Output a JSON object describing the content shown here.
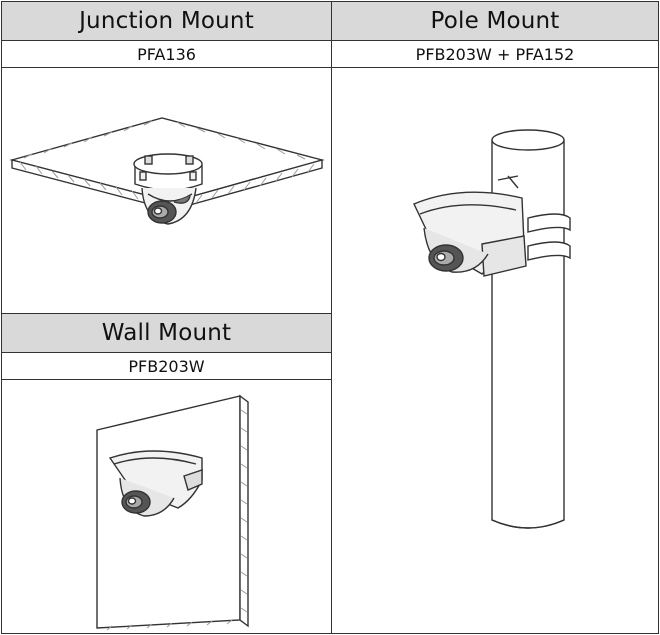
{
  "columns": {
    "junction": {
      "title": "Junction Mount",
      "model": "PFA136"
    },
    "pole": {
      "title": "Pole Mount",
      "model": "PFB203W + PFA152"
    },
    "wall": {
      "title": "Wall Mount",
      "model": "PFB203W"
    }
  },
  "icons": [
    "ceiling-junction-mount-illustration",
    "pole-mount-illustration",
    "wall-mount-illustration"
  ],
  "colors": {
    "header_bg": "#d9d9d9",
    "line": "#333333",
    "hatch": "#9a9a9a"
  }
}
